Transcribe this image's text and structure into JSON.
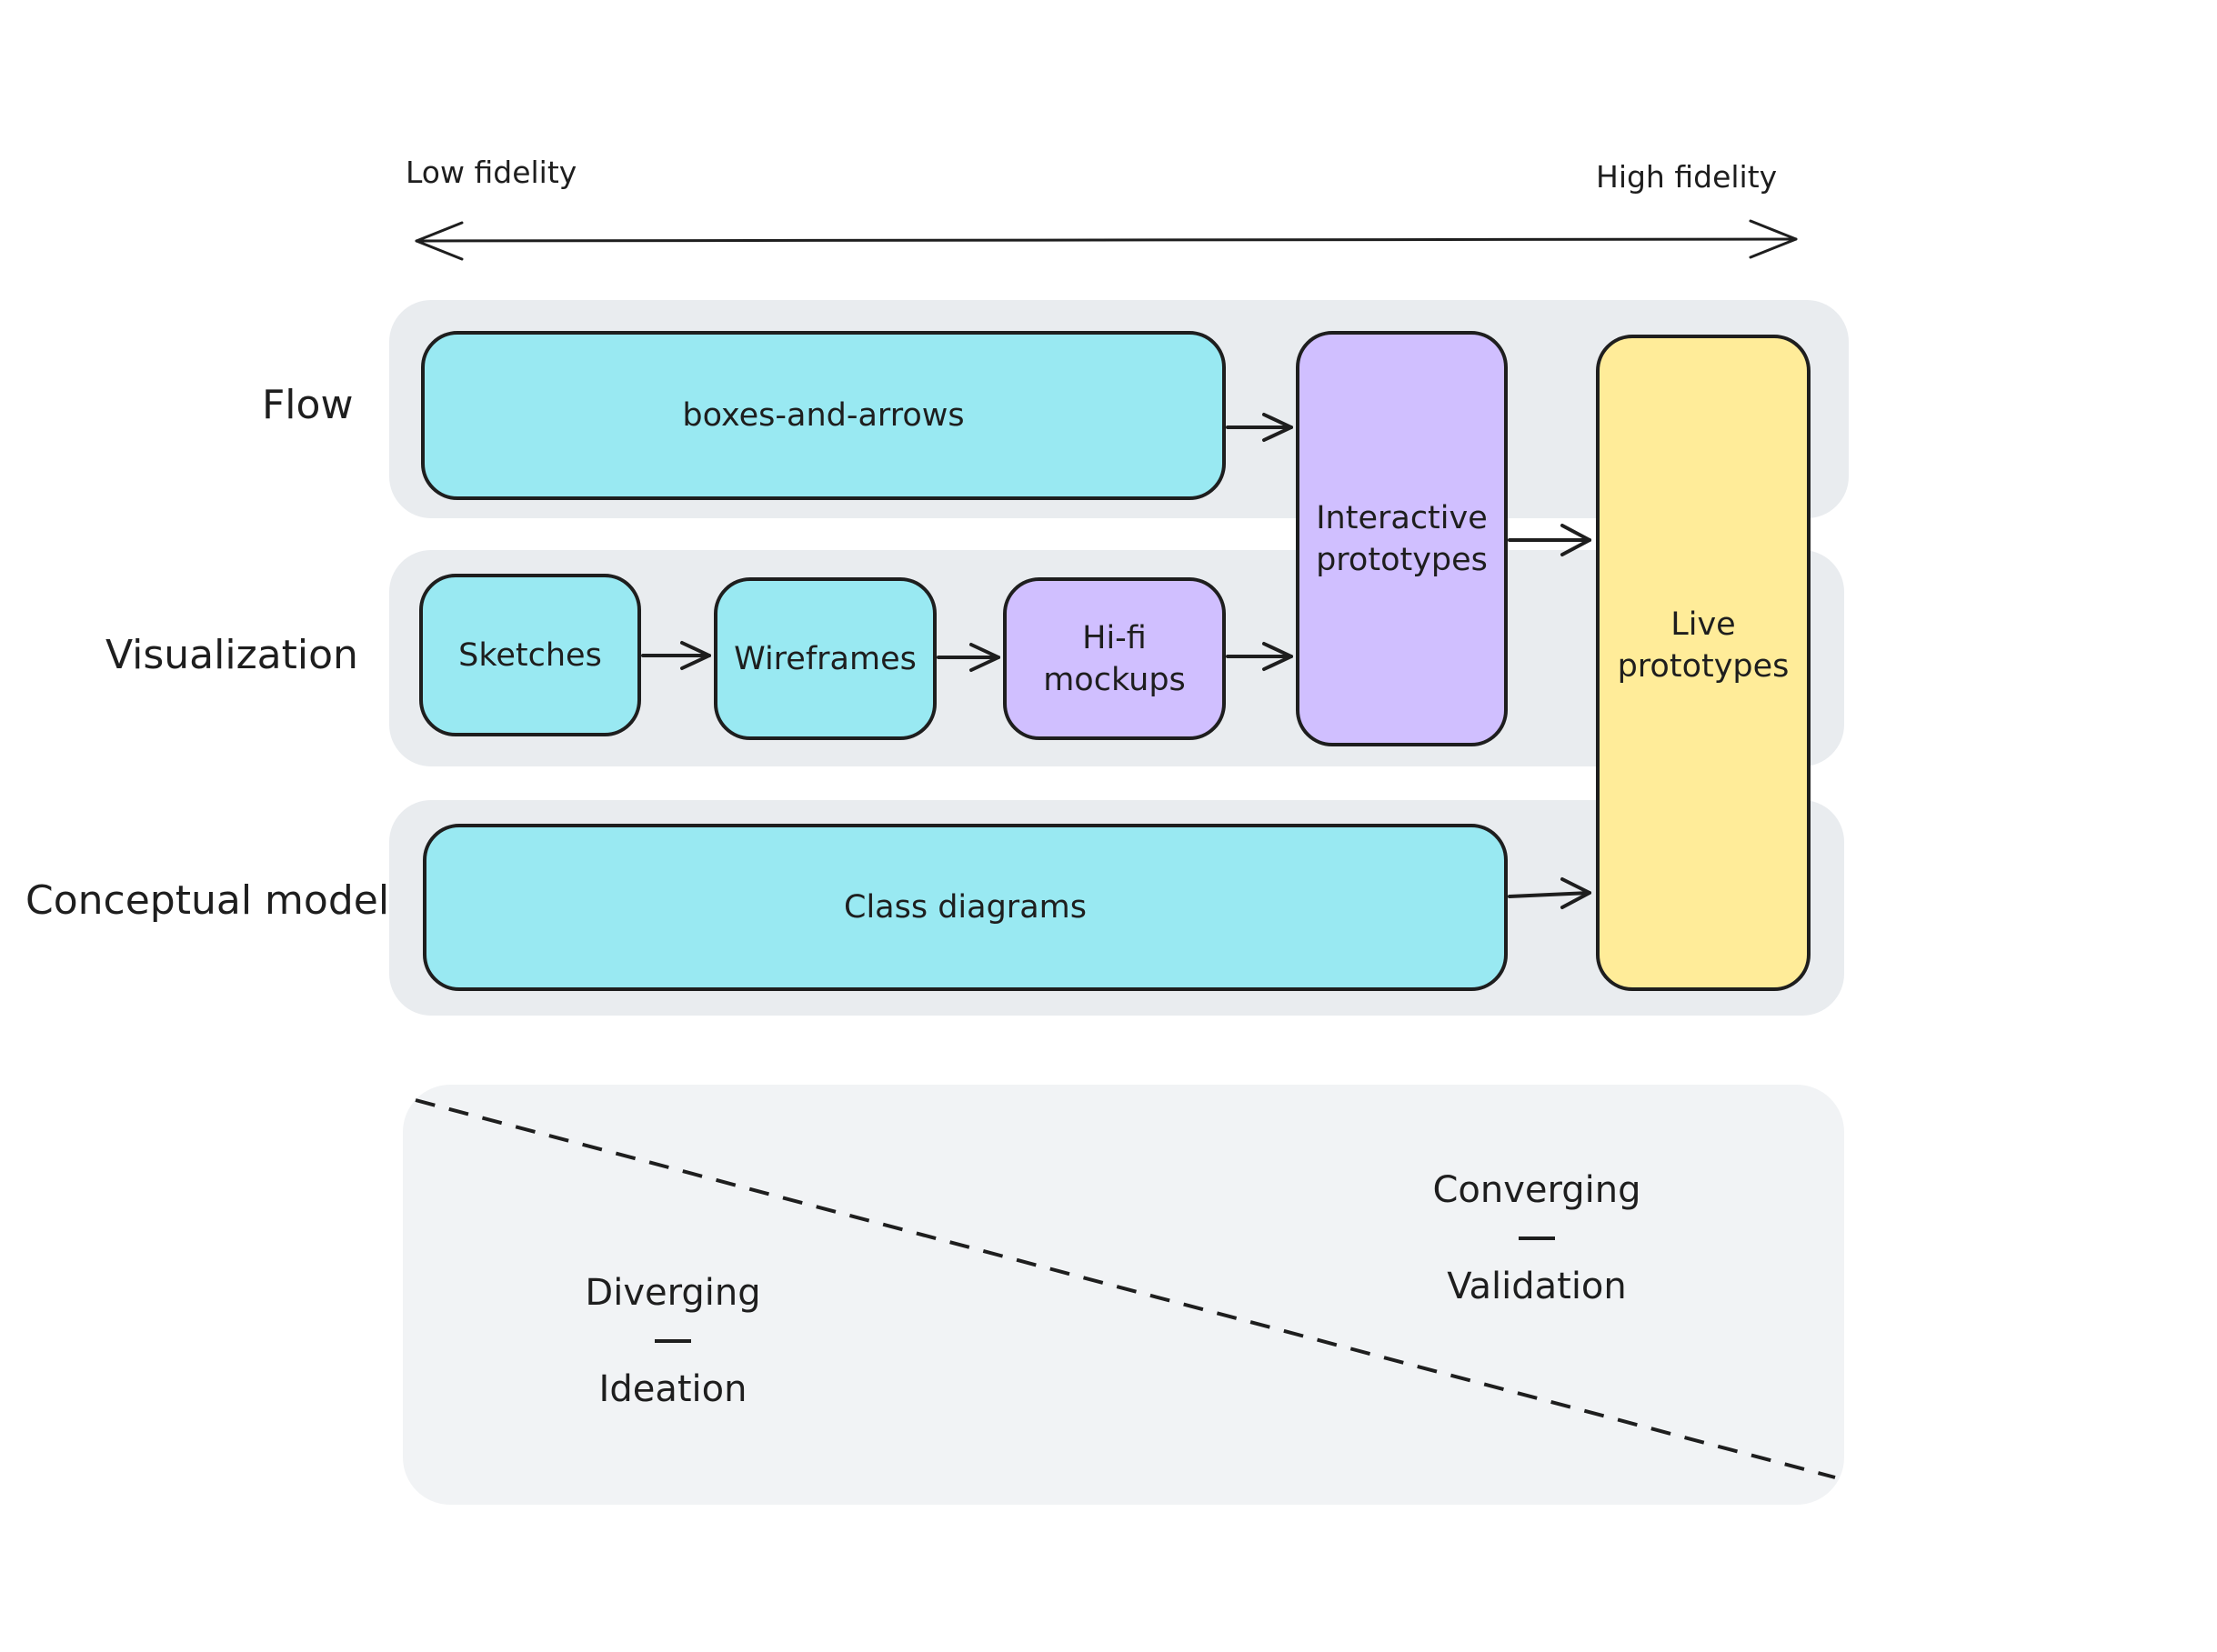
{
  "fidelity": {
    "low": "Low fidelity",
    "high": "High fidelity"
  },
  "rows": {
    "flow": "Flow",
    "visualization": "Visualization",
    "conceptual": "Conceptual model"
  },
  "nodes": {
    "boxes_and_arrows": "boxes-and-arrows",
    "sketches": "Sketches",
    "wireframes": "Wireframes",
    "hifi": [
      "Hi-fi",
      "mockups"
    ],
    "interactive": [
      "Interactive",
      "prototypes"
    ],
    "class_diagrams": "Class diagrams",
    "live": [
      "Live",
      "prototypes"
    ]
  },
  "phases": {
    "diverging": {
      "title": "Diverging",
      "subtitle": "Ideation"
    },
    "converging": {
      "title": "Converging",
      "subtitle": "Validation"
    }
  },
  "colors": {
    "cyan": "#99e9f2",
    "purple": "#d0bfff",
    "yellow": "#ffec99",
    "lane": "#e9ecef",
    "panel": "#f1f3f5",
    "stroke": "#1e1e1e"
  }
}
